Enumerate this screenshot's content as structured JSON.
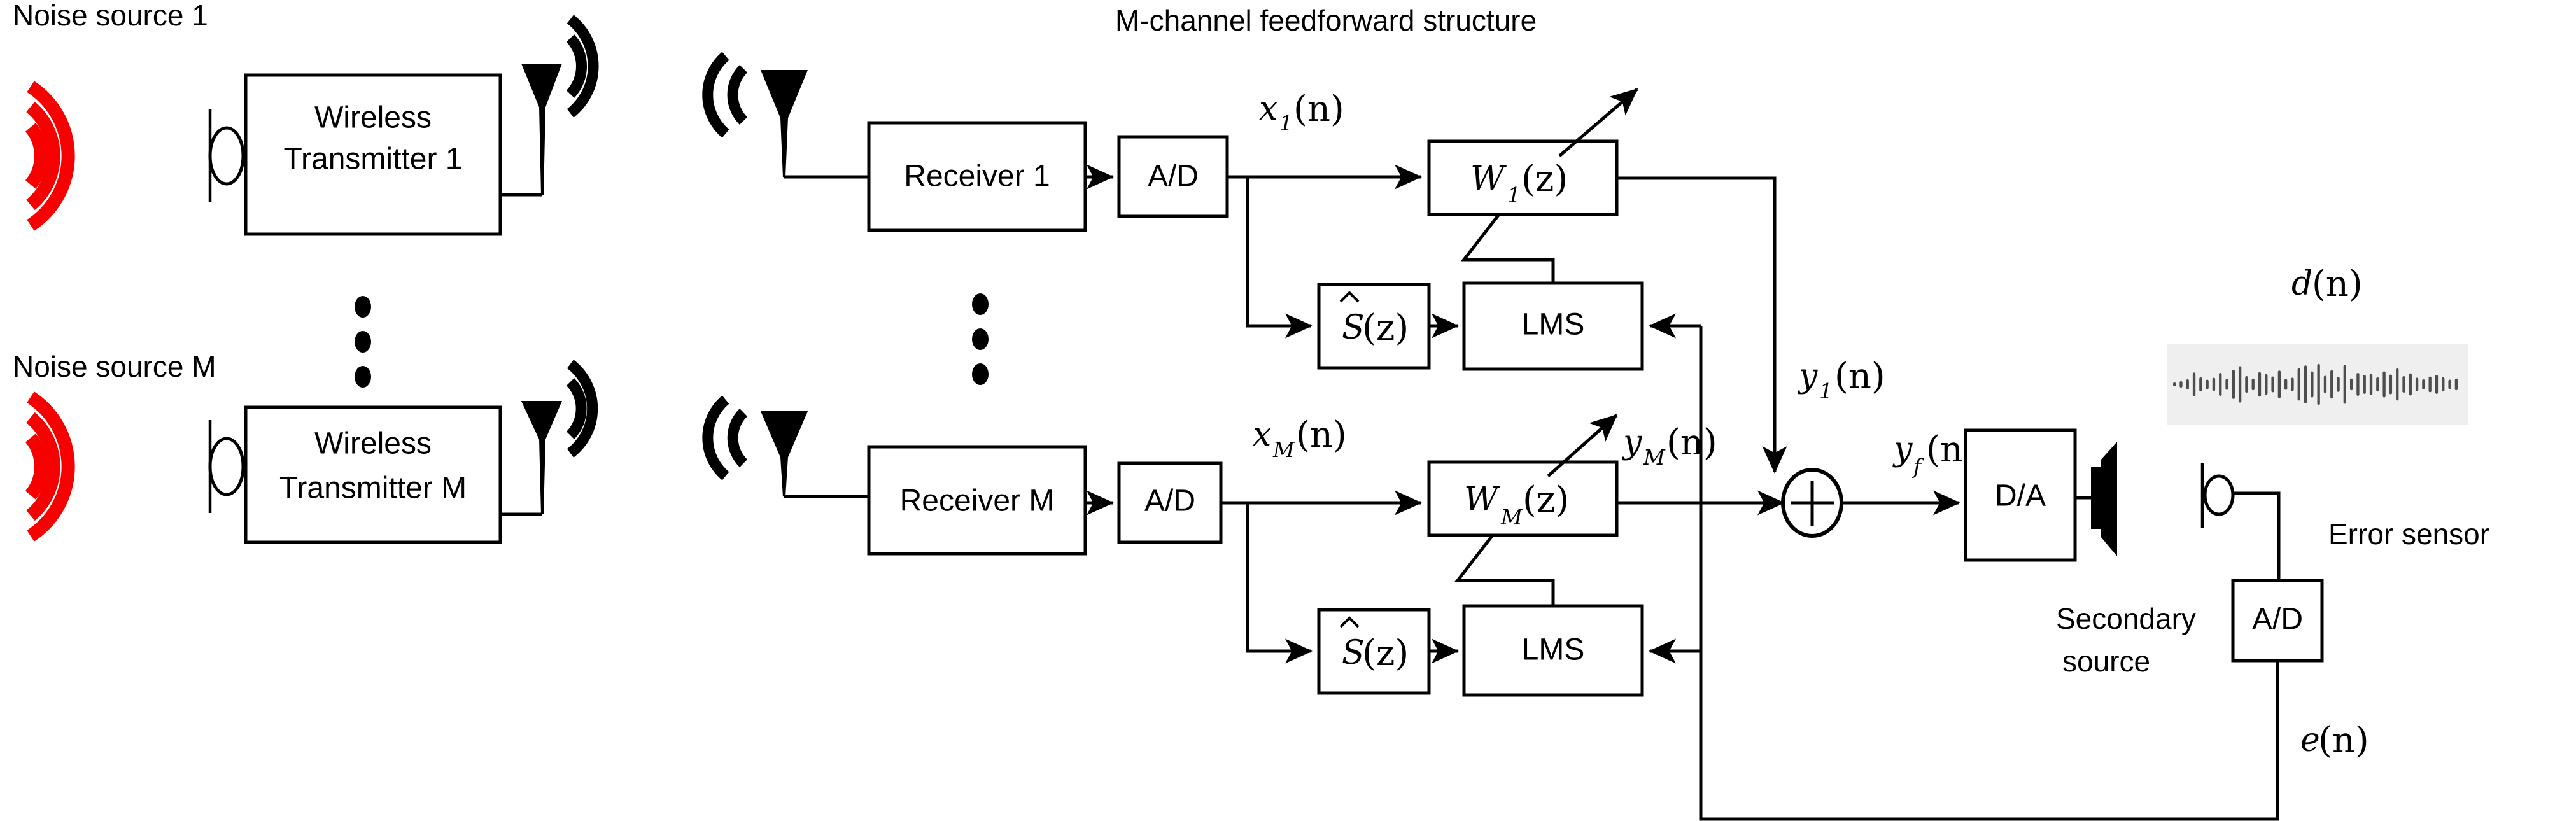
{
  "title": "M-channel feedforward structure",
  "noise_sources": [
    {
      "label": "Noise source 1",
      "transmitter_line1": "Wireless",
      "transmitter_line2": "Transmitter 1"
    },
    {
      "label": "Noise source M",
      "transmitter_line1": "Wireless",
      "transmitter_line2": "Transmitter M"
    }
  ],
  "channels": [
    {
      "receiver_label": "Receiver 1",
      "adc_label": "A/D",
      "ref_signal": {
        "base": "x",
        "sub": "1",
        "arg": "(n)"
      },
      "filter_label": {
        "base": "W",
        "sub": "1",
        "arg": "(z)"
      },
      "shat_label": {
        "base": "S",
        "arg": "(z)"
      },
      "lms_label": "LMS",
      "out_signal": {
        "base": "y",
        "sub": "1",
        "arg": "(n)"
      }
    },
    {
      "receiver_label": "Receiver M",
      "adc_label": "A/D",
      "ref_signal": {
        "base": "x",
        "sub": "M",
        "arg": "(n)"
      },
      "filter_label": {
        "base": "W",
        "sub": "M",
        "arg": "(z)"
      },
      "shat_label": {
        "base": "S",
        "arg": "(z)"
      },
      "lms_label": "LMS",
      "out_signal": {
        "base": "y",
        "sub": "M",
        "arg": "(n)"
      }
    }
  ],
  "summer": {
    "symbol": "+"
  },
  "output_signal": {
    "base": "y",
    "sub": "f",
    "arg": "(n)"
  },
  "dac_label": "D/A",
  "secondary_source": {
    "line1": "Secondary",
    "line2": "source"
  },
  "disturbance_signal": {
    "base": "d",
    "arg": "(n)"
  },
  "error_sensor_label": "Error sensor",
  "error_adc_label": "A/D",
  "error_signal": {
    "base": "e",
    "arg": "(n)"
  },
  "vertical_ellipsis_glyph": "three-dots",
  "colors": {
    "noise_wave": "#f60000",
    "rf_wave": "#000000",
    "line": "#000000",
    "background": "#ffffff",
    "waveform_bg": "#efefef",
    "waveform_bar": "#4d4d4d"
  },
  "waveform_bars": [
    10,
    16,
    26,
    60,
    36,
    24,
    34,
    58,
    28,
    74,
    92,
    42,
    30,
    62,
    52,
    40,
    70,
    28,
    34,
    82,
    96,
    66,
    104,
    44,
    72,
    38,
    98,
    30,
    58,
    48,
    54,
    36,
    66,
    50,
    82,
    42,
    56,
    34,
    26,
    40,
    48,
    36,
    24,
    30
  ]
}
